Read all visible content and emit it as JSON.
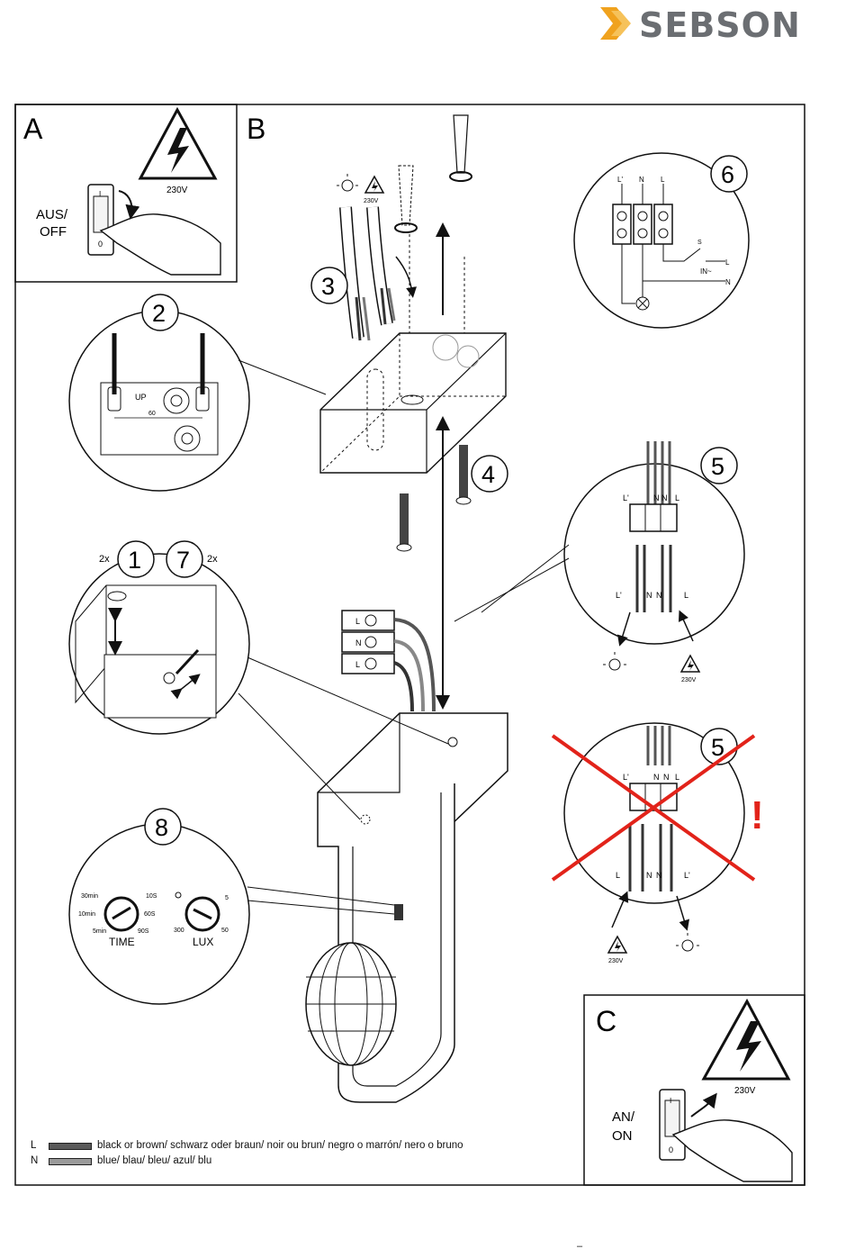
{
  "brand": {
    "name": "SEBSON",
    "mark_color": "#f0a21e",
    "text_color": "#6b6e72"
  },
  "panels": {
    "a": {
      "letter": "A",
      "voltage": "230V",
      "switch_label_line1": "AUS/",
      "switch_label_line2": "OFF",
      "switch_on_mark": "I",
      "switch_off_mark": "0"
    },
    "b": {
      "letter": "B"
    },
    "c": {
      "letter": "C",
      "voltage": "230V",
      "switch_label_line1": "AN/",
      "switch_label_line2": "ON",
      "switch_on_mark": "I",
      "switch_off_mark": "0"
    }
  },
  "steps": {
    "s1": "1",
    "s1_count": "2x",
    "s2": "2",
    "s2_up": "UP",
    "s2_dim": "60",
    "s3": "3",
    "s3_voltage": "230V",
    "s4": "4",
    "s5": "5",
    "s5_top_labels": [
      "L'",
      "N",
      "N",
      "L"
    ],
    "s5_bottom_labels": [
      "L'",
      "N",
      "N",
      "L"
    ],
    "s5_voltage": "230V",
    "s5_wrong": "5",
    "s5_wrong_top_labels": [
      "L'",
      "N",
      "N",
      "L"
    ],
    "s5_wrong_bottom_labels": [
      "L",
      "N",
      "N",
      "L'"
    ],
    "s5_wrong_voltage": "230V",
    "warning": "!",
    "s6": "6",
    "s6_top_labels": [
      "L'",
      "N",
      "L"
    ],
    "s6_switch": "S",
    "s6_supply": "IN~",
    "s6_l": "L",
    "s6_n": "N",
    "s7": "7",
    "s7_count": "2x",
    "s8": "8",
    "time": {
      "label": "TIME",
      "marks": [
        "30min",
        "10S",
        "10min",
        "60S",
        "5min",
        "90S"
      ]
    },
    "lux": {
      "label": "LUX",
      "marks": [
        "5",
        "300",
        "50"
      ]
    }
  },
  "terminal_letters": [
    "L",
    "N",
    "L"
  ],
  "colors": {
    "cross": "#e2231a",
    "warning": "#e2231a",
    "line": "#111111",
    "brown_wire": "#555555",
    "blue_wire": "#8a8a8a"
  },
  "legend": [
    {
      "key": "L",
      "text": "black or brown/ schwarz oder braun/ noir ou brun/ negro o marrón/ nero o bruno",
      "swatch": "#5a5a5a"
    },
    {
      "key": "N",
      "text": "blue/ blau/ bleu/ azul/ blu",
      "swatch": "#9a9a9a"
    }
  ],
  "footer": {
    "dash": "–"
  }
}
